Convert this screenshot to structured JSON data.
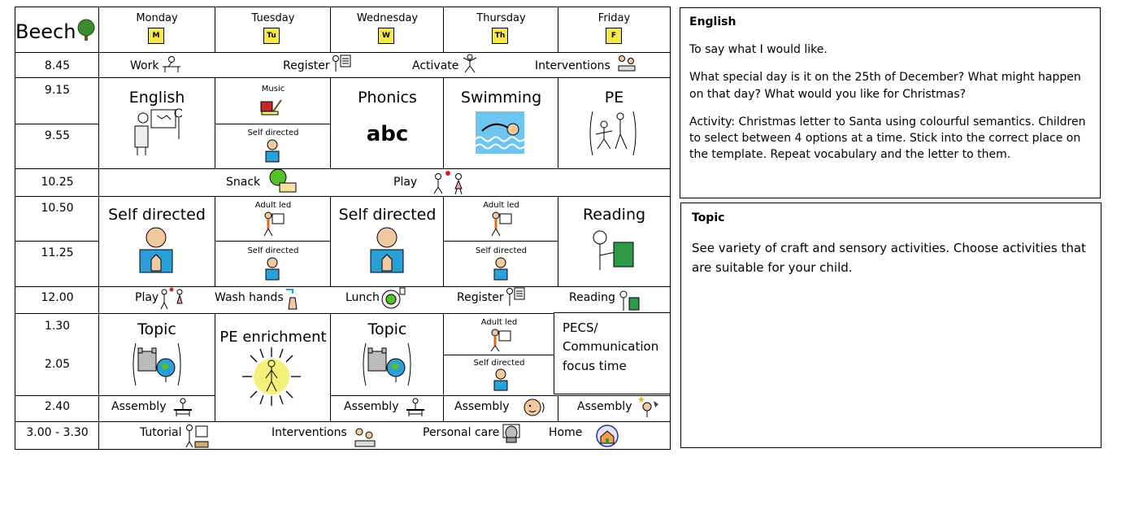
{
  "class_name": "Beech",
  "days": [
    {
      "label": "Monday",
      "badge": "M",
      "badge_color": "#f6e94d"
    },
    {
      "label": "Tuesday",
      "badge": "Tu",
      "badge_color": "#f6e94d"
    },
    {
      "label": "Wednesday",
      "badge": "W",
      "badge_color": "#f6e94d"
    },
    {
      "label": "Thursday",
      "badge": "Th",
      "badge_color": "#f6e94d"
    },
    {
      "label": "Friday",
      "badge": "F",
      "badge_color": "#f6e94d"
    }
  ],
  "times": {
    "t0845": "8.45",
    "t0915": "9.15",
    "t0955": "9.55",
    "t1025": "10.25",
    "t1050": "10.50",
    "t1125": "11.25",
    "t1200": "12.00",
    "t130": "1.30",
    "t205": "2.05",
    "t240": "2.40",
    "t300": "3.00  -  3.30"
  },
  "row_0845": {
    "work": "Work",
    "register": "Register",
    "activate": "Activate",
    "interventions": "Interventions"
  },
  "morning1": {
    "monday": "English",
    "tuesday_top": "Music",
    "tuesday_bottom": "Self directed",
    "wednesday": "Phonics",
    "wednesday_text": "abc",
    "thursday": "Swimming",
    "friday": "PE"
  },
  "row_1025": {
    "snack": "Snack",
    "play": "Play"
  },
  "morning2": {
    "monday": "Self directed",
    "tuesday_top": "Adult led",
    "tuesday_bottom": "Self directed",
    "wednesday": "Self directed",
    "thursday_top": "Adult led",
    "thursday_bottom": "Self directed",
    "friday": "Reading"
  },
  "row_1200": {
    "play": "Play",
    "wash": "Wash  hands",
    "lunch": "Lunch",
    "register": "Register",
    "reading": "Reading"
  },
  "afternoon": {
    "monday": "Topic",
    "tuesday": "PE enrichment",
    "wednesday": "Topic",
    "thursday_top": "Adult led",
    "thursday_bottom": "Self directed",
    "friday": "PECS/ Communication focus time"
  },
  "row_240": {
    "monday": "Assembly",
    "wednesday": "Assembly",
    "thursday": "Assembly",
    "friday": "Assembly"
  },
  "row_300": {
    "tutorial": "Tutorial",
    "interventions": "Interventions",
    "personal_care": "Personal  care",
    "home": "Home"
  },
  "english_panel": {
    "title": "English",
    "p1": "To say what I would like.",
    "p2": "What special day is it on the 25th of December? What might happen on that day? What would you like for Christmas?",
    "p3": "Activity: Christmas letter to Santa using colourful semantics. Children to select between 4 options at a time. Stick into the correct place on the template. Repeat vocabulary and the letter to them."
  },
  "topic_panel": {
    "title": "Topic",
    "p1": "See variety of craft and sensory activities. Choose activities that are suitable for your child."
  },
  "colors": {
    "badge": "#f6e94d",
    "pool": "#6ec6f0",
    "shirt": "#2b9fd8",
    "book": "#2e9a47",
    "skin": "#f0c9a0",
    "sun": "#f5f07a"
  }
}
